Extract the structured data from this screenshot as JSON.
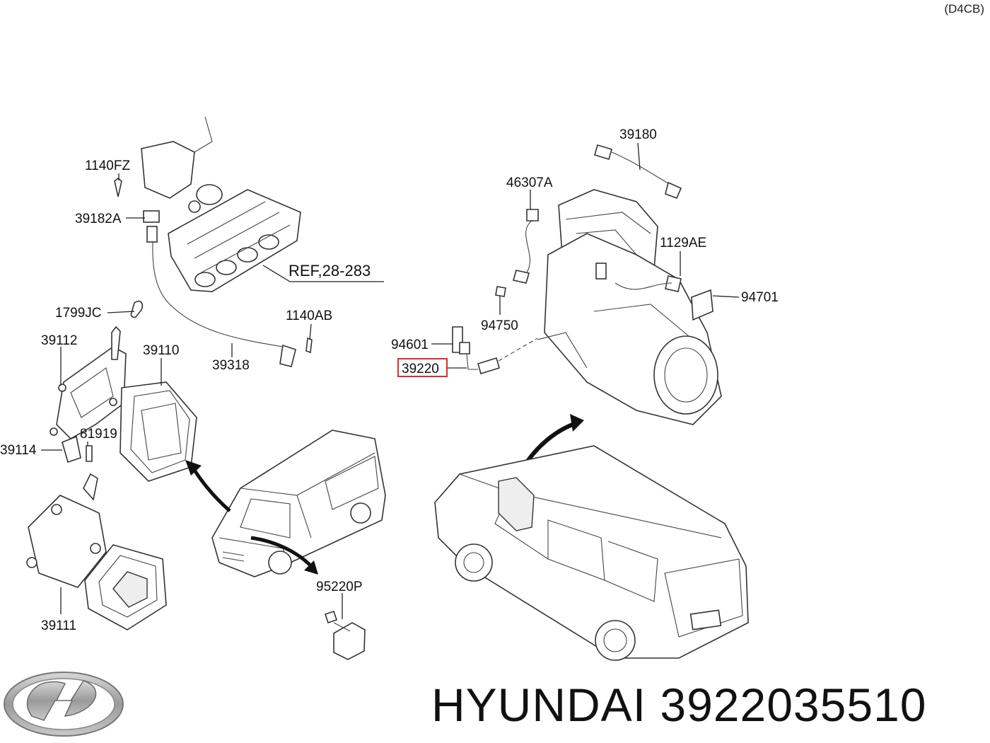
{
  "diagram_code": "(D4CB)",
  "callouts": {
    "c1140FZ": "1140FZ",
    "c39182A": "39182A",
    "cREF": "REF,28-283",
    "c1799JC": "1799JC",
    "c1140AB": "1140AB",
    "c39112": "39112",
    "c39110": "39110",
    "c39318": "39318",
    "c39114": "39114",
    "c81919": "81919",
    "c39111": "39111",
    "c95220P": "95220P",
    "c39180": "39180",
    "c46307A": "46307A",
    "c1129AE": "1129AE",
    "c94701": "94701",
    "c94750": "94750",
    "c94601": "94601",
    "c39220": "39220"
  },
  "highlighted_part": "39220",
  "highlight_color": "#d32f2f",
  "brand": {
    "name": "HYUNDAI",
    "part_number": "3922035510",
    "logo_icon": "hyundai-logo-icon"
  }
}
